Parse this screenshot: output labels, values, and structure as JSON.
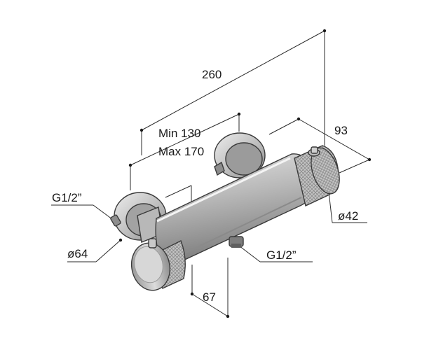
{
  "dimensions": {
    "overall_length": "260",
    "min_spacing": "Min 130",
    "max_spacing": "Max 170",
    "depth": "93",
    "inlet_thread_left": "G1/2”",
    "flange_diameter": "ø64",
    "outlet_thread": "G1/2”",
    "knob_diameter": "ø42",
    "outlet_offset": "67"
  },
  "colors": {
    "body_light": "#e2e2e2",
    "body_mid": "#a9a9a9",
    "body_dark": "#6f6f6f",
    "line": "#2a2a2a"
  }
}
